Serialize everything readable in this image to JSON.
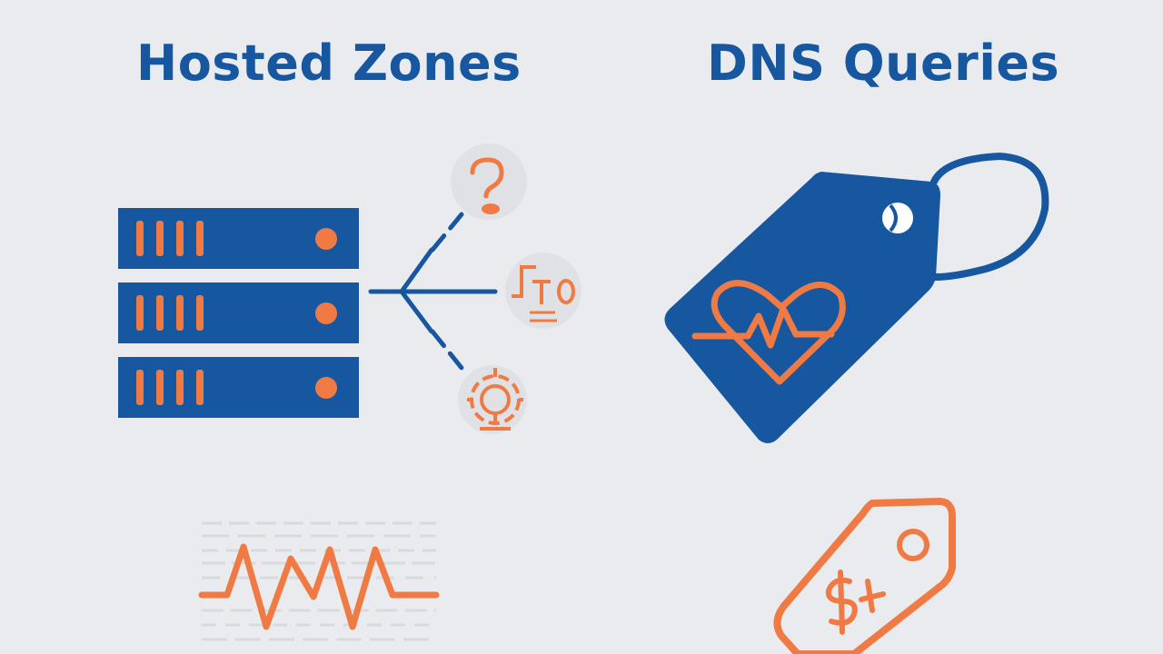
{
  "colors": {
    "background": "#e9ebee",
    "primary_blue": "#17579f",
    "accent_orange": "#f07a43",
    "icon_circle": "#dfe1e4"
  },
  "left_panel": {
    "title": "Hosted Zones",
    "server_units": [
      "server-unit",
      "server-unit",
      "server-unit"
    ],
    "icons": [
      "question-icon",
      "record-type-icon",
      "globe-target-icon"
    ]
  },
  "right_panel": {
    "title": "DNS Queries",
    "icons": [
      "price-tag-icon",
      "heartbeat-icon",
      "dollar-price-tag-icon"
    ]
  },
  "bottom_left": {
    "icon": "pulse-line-icon"
  }
}
